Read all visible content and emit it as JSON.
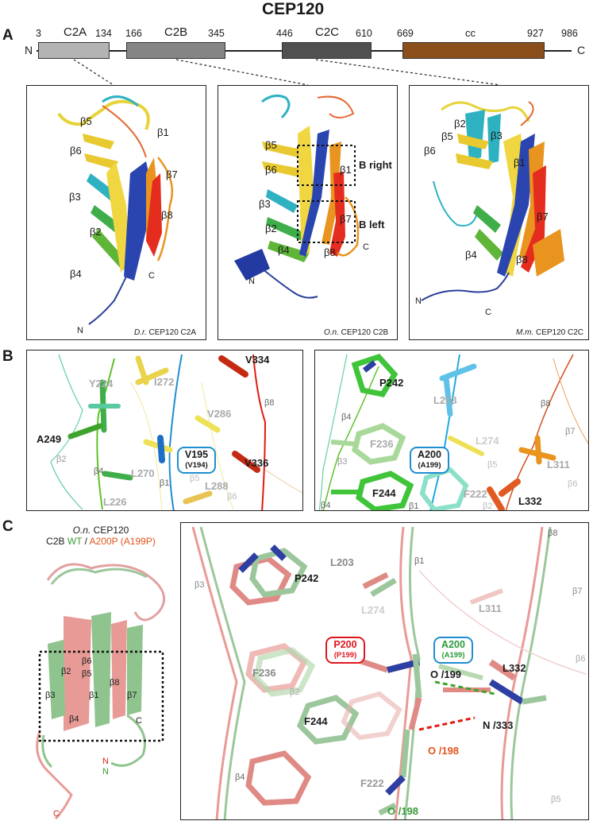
{
  "title": "CEP120",
  "panels": {
    "a": "A",
    "b": "B",
    "c": "C"
  },
  "domain_bar": {
    "n_term": "N",
    "c_term": "C",
    "numbers": [
      "3",
      "134",
      "166",
      "345",
      "446",
      "610",
      "669",
      "927",
      "986"
    ],
    "domains": [
      {
        "name": "C2A",
        "color": "#b3b3b3"
      },
      {
        "name": "C2B",
        "color": "#858585"
      },
      {
        "name": "C2C",
        "color": "#505050"
      },
      {
        "name": "cc",
        "color": "#8b4f1c"
      }
    ]
  },
  "panel_a": {
    "c2a": {
      "strands": [
        "β5",
        "β6",
        "β1",
        "β7",
        "β3",
        "β8",
        "β2",
        "β4"
      ],
      "termini": [
        "C",
        "N"
      ],
      "caption_species": "D.r.",
      "caption_rest": " CEP120 C2A"
    },
    "c2b": {
      "strands": [
        "β5",
        "β6",
        "β1",
        "β3",
        "β7",
        "β2",
        "β4",
        "β8"
      ],
      "termini": [
        "N",
        "C"
      ],
      "box_labels": [
        "B right",
        "B left"
      ],
      "caption_species": "O.n.",
      "caption_rest": " CEP120 C2B"
    },
    "c2c": {
      "strands": [
        "β2",
        "β3",
        "β5",
        "β6",
        "β1",
        "β7",
        "β4",
        "β8"
      ],
      "termini": [
        "N",
        "C"
      ],
      "caption_species": "M.m.",
      "caption_rest": " CEP120 C2C"
    }
  },
  "panel_b_left": {
    "residues_dark": [
      "V334",
      "A249",
      "V336"
    ],
    "residues_light": [
      "Y224",
      "I272",
      "V286",
      "L270",
      "L226",
      "L288"
    ],
    "pill": {
      "main": "V195",
      "sub": "(V194)"
    },
    "strands": [
      "β8",
      "β2",
      "β4",
      "β5",
      "β1",
      "β6"
    ]
  },
  "panel_b_right": {
    "residues_dark": [
      "P242",
      "F244",
      "L332"
    ],
    "residues_light": [
      "L203",
      "F236",
      "L274",
      "L311",
      "F222"
    ],
    "pill": {
      "main": "A200",
      "sub": "(A199)"
    },
    "strands": [
      "β4",
      "β8",
      "β7",
      "β3",
      "β5",
      "β6",
      "β4",
      "β1",
      "β2"
    ]
  },
  "panel_c": {
    "species": "O.n.",
    "protein": " CEP120",
    "line2_prefix": "C2B ",
    "wt": "WT",
    "sep": " / ",
    "mutant": "A200P (A199P)",
    "overview_strands": [
      "β6",
      "β2",
      "β5",
      "β3",
      "β1",
      "β8",
      "β7",
      "β4"
    ],
    "overview_termini": [
      "C",
      "N",
      "N",
      "C"
    ],
    "zoom": {
      "residues_dark": [
        "P242",
        "F236",
        "F244",
        "L332",
        "O /199",
        "N /333"
      ],
      "residues_light": [
        "L203",
        "L274",
        "L311",
        "F222"
      ],
      "pill_mut": {
        "main": "P200",
        "sub": "(P199)"
      },
      "pill_wt": {
        "main": "A200",
        "sub": "(A199)"
      },
      "o198_mut": "O /198",
      "o198_wt": "O /198",
      "strands": [
        "β8",
        "β1",
        "β3",
        "β7",
        "β2",
        "β6",
        "β4",
        "β5"
      ]
    }
  },
  "colors": {
    "wt_green": "#3a9b3a",
    "mutant_red": "#e2541c",
    "pill_blue": "#1e8ed0",
    "pill_red": "#e0161e"
  }
}
